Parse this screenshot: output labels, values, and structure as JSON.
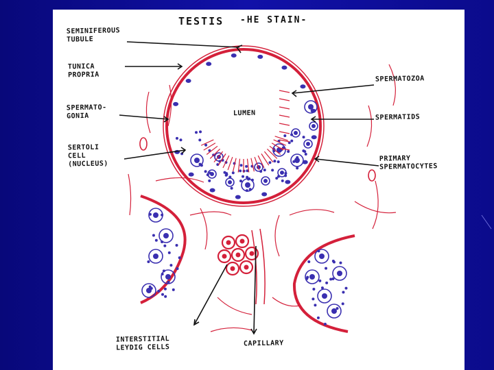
{
  "title": "TESTIS",
  "subtitle": "-HE STAIN-",
  "labels": {
    "seminiferous_tubule": "SEMINIFEROUS\nTUBULE",
    "tunica_propria": "TUNICA\nPROPRIA",
    "spermatogonia": "SPERMATO-\nGONIA",
    "sertoli_cell": "SERTOLI\nCELL\n(NUCLEUS)",
    "lumen": "LUMEN",
    "spermatozoa": "SPERMATOZOA",
    "spermatids": "SPERMATIDS",
    "primary_spermatocytes": "PRIMARY\nSPERMATOCYTES",
    "interstitial_leydig_cells": "INTERSTITIAL\nLEYDIG CELLS",
    "capillary": "CAPILLARY"
  },
  "colors": {
    "background": "#0d0d8a",
    "paper": "#ffffff",
    "membrane": "#d4203a",
    "nucleus": "#3a2fb0",
    "ink": "#111111"
  }
}
